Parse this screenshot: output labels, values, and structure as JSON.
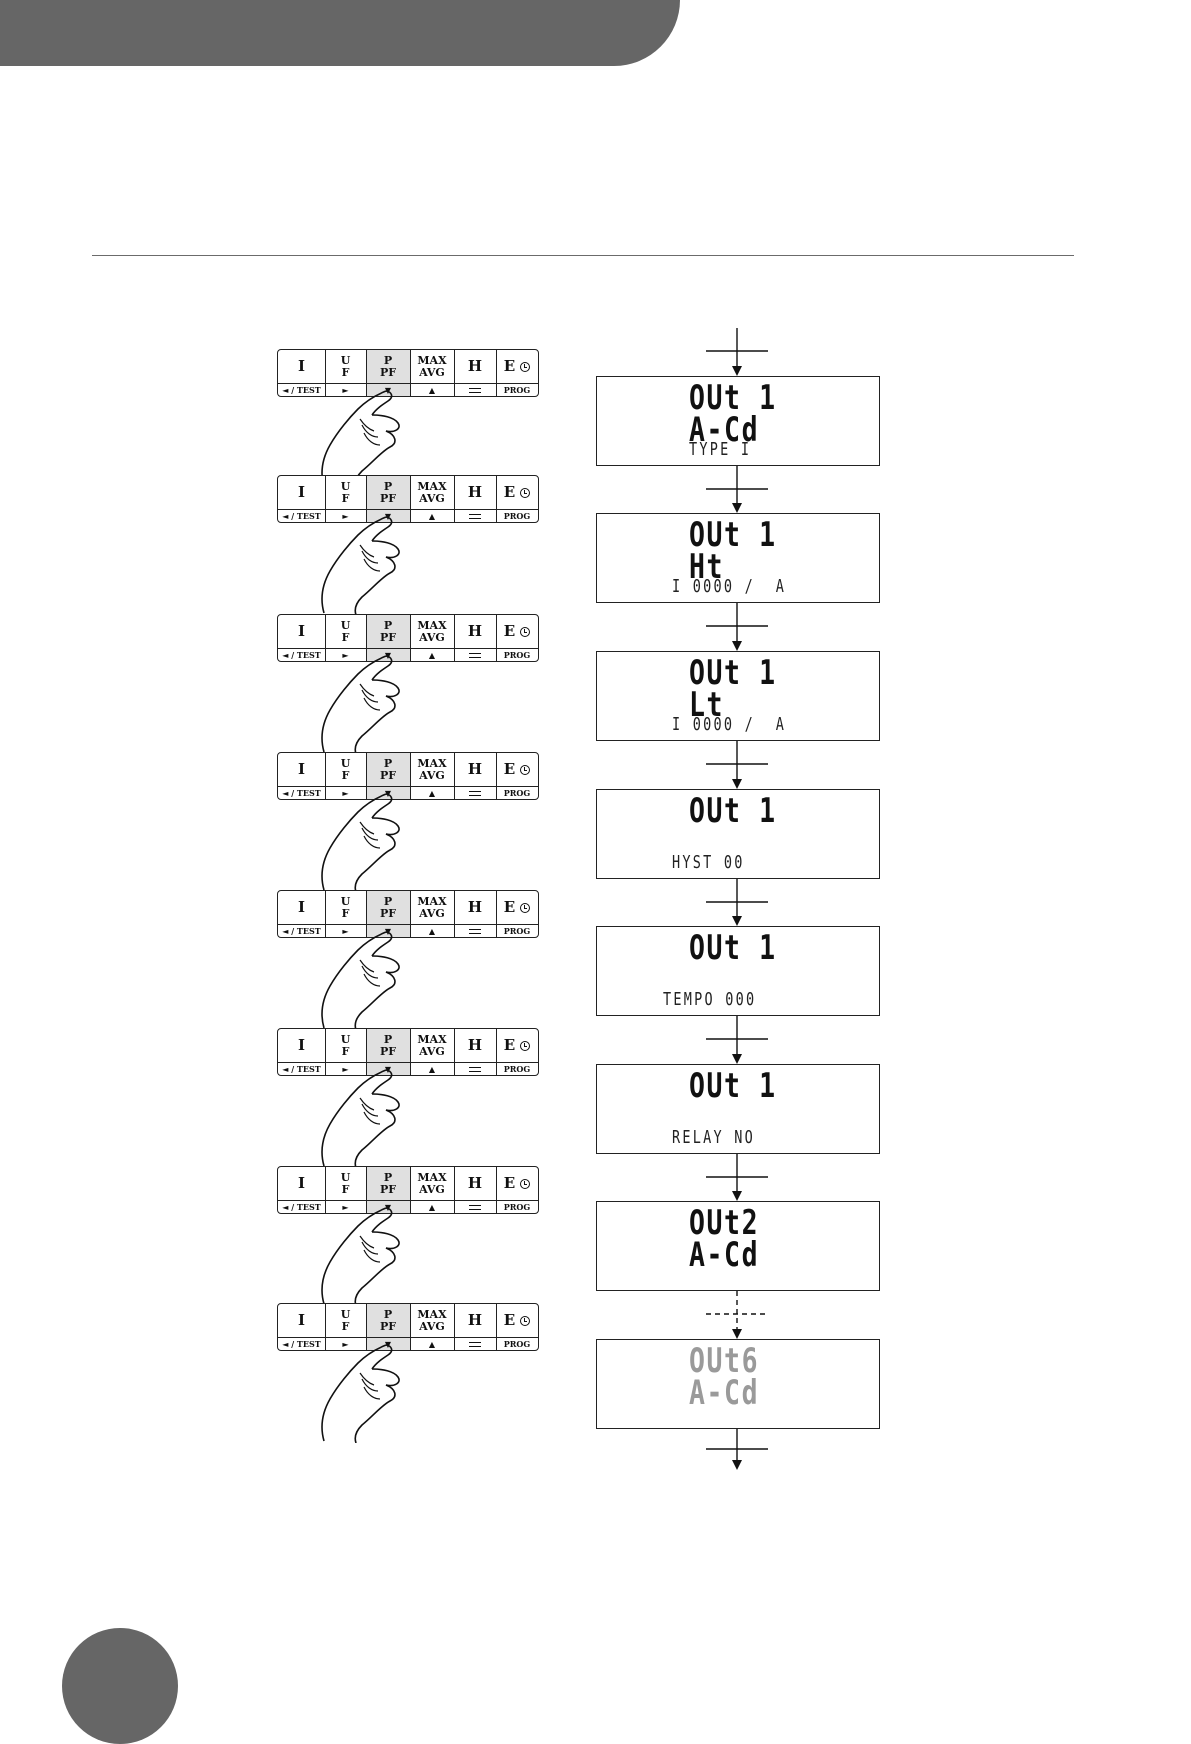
{
  "keypad": {
    "keys": [
      {
        "line1": "I",
        "line2": "",
        "size": "big",
        "sub": "◄ / TEST"
      },
      {
        "line1": "U",
        "line2": "F",
        "size": "small",
        "sub": "►"
      },
      {
        "line1": "P",
        "line2": "PF",
        "size": "small",
        "sub": "▼"
      },
      {
        "line1": "MAX",
        "line2": "AVG",
        "size": "small",
        "sub": "▲"
      },
      {
        "line1": "H",
        "line2": "",
        "size": "big",
        "sub": ""
      },
      {
        "line1": "E",
        "line2": "",
        "size": "big",
        "sub": "PROG"
      }
    ],
    "active_key": "P / PF",
    "enter_icon": "enter-icon",
    "clock_icon": "clock-icon",
    "hand_icon": "pointing-hand-icon"
  },
  "screens": [
    {
      "line1": "OUt 1",
      "line2": "A-Cd",
      "line3": "TYPE I"
    },
    {
      "line1": "OUt 1",
      "line2": "Ht",
      "line3": "I 0000 /  A"
    },
    {
      "line1": "OUt 1",
      "line2": "Lt",
      "line3": "I 0000 /  A"
    },
    {
      "line1": "OUt 1",
      "line2": "",
      "line3": "HYST 00"
    },
    {
      "line1": "OUt 1",
      "line2": "",
      "line3": "TEMPO 000"
    },
    {
      "line1": "OUt 1",
      "line2": "",
      "line3": "RELAY NO"
    },
    {
      "line1": "OUt2",
      "line2": "A-Cd",
      "line3": ""
    },
    {
      "line1": "OUt6",
      "line2": "A-Cd",
      "line3": ""
    }
  ],
  "colors": {
    "header_gray": "#666666",
    "faded_text": "#9a9a9a",
    "active_key_bg": "#e0e0e0"
  }
}
